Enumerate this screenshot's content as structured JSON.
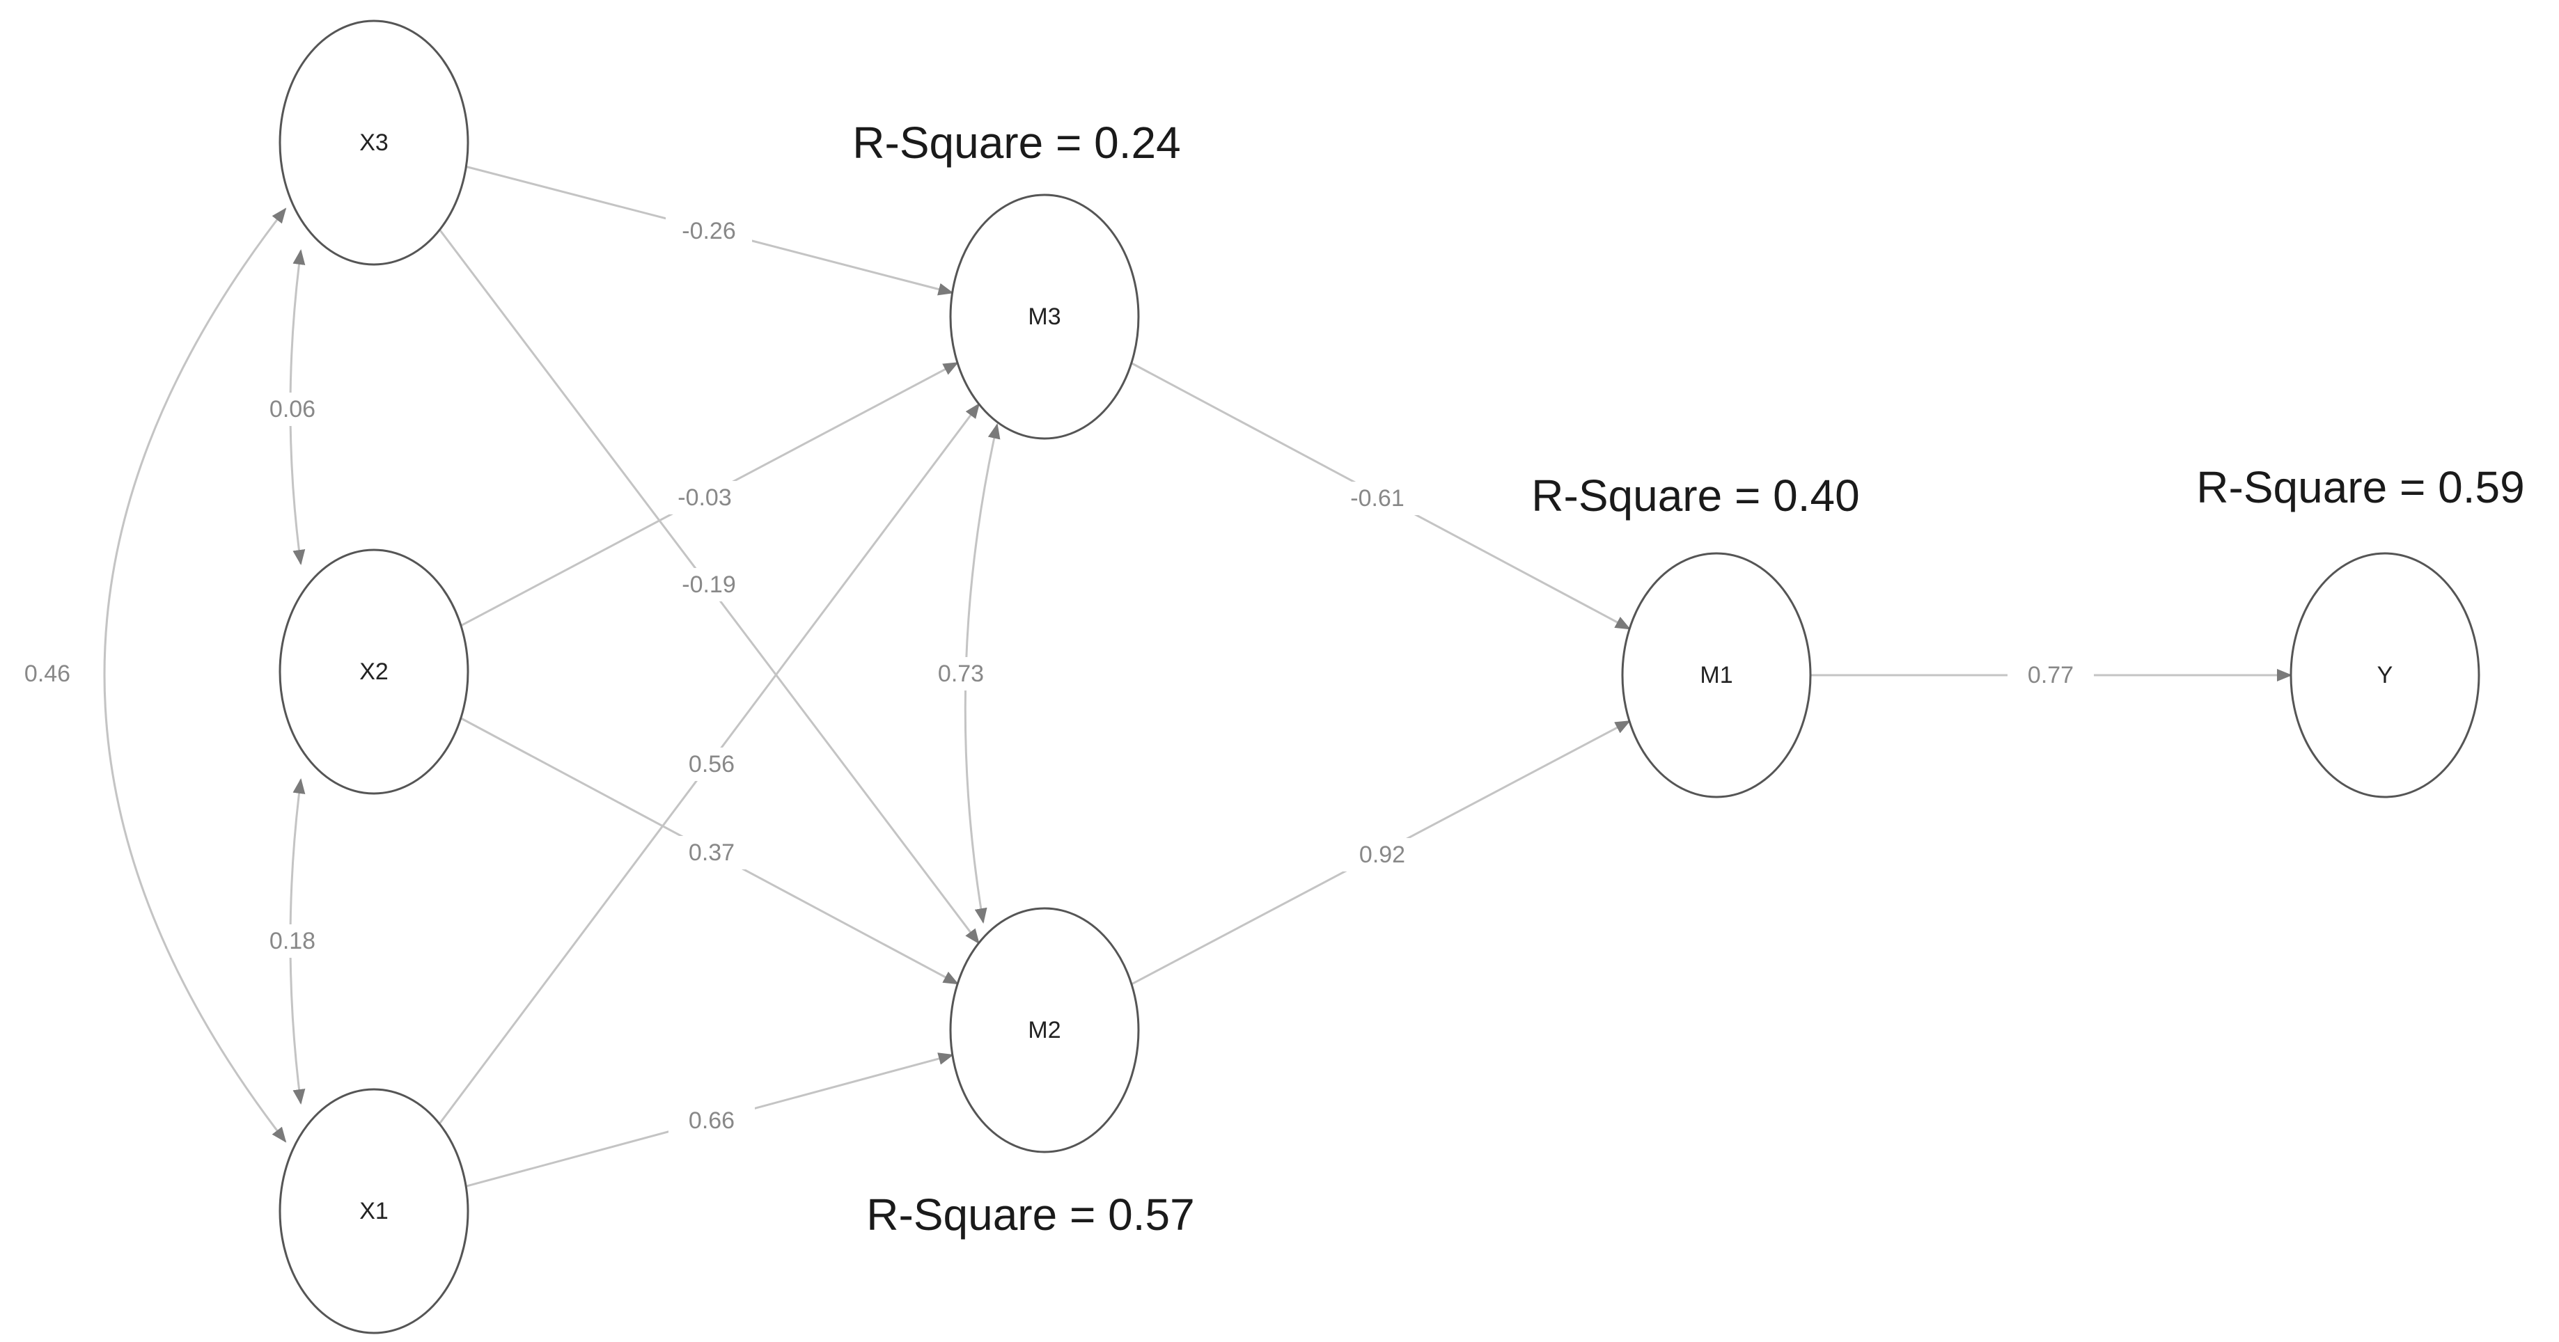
{
  "colors": {
    "node_stroke": "#555555",
    "node_fill": "#ffffff",
    "edge_stroke": "#c4c4c4",
    "arrowhead": "#7a7a7a",
    "edge_label": "#888888",
    "rsq_text": "#1a1a1a"
  },
  "nodes": [
    {
      "id": "X3",
      "label": "X3"
    },
    {
      "id": "X2",
      "label": "X2"
    },
    {
      "id": "X1",
      "label": "X1"
    },
    {
      "id": "M3",
      "label": "M3"
    },
    {
      "id": "M2",
      "label": "M2"
    },
    {
      "id": "M1",
      "label": "M1"
    },
    {
      "id": "Y",
      "label": "Y"
    }
  ],
  "edges": [
    {
      "id": "x3-m3",
      "from": "X3",
      "to": "M3",
      "label": "-0.26",
      "kind": "path"
    },
    {
      "id": "x2-m3",
      "from": "X2",
      "to": "M3",
      "label": "-0.03",
      "kind": "path"
    },
    {
      "id": "x3-m2",
      "from": "X3",
      "to": "M2",
      "label": "-0.19",
      "kind": "path"
    },
    {
      "id": "x1-m3",
      "from": "X1",
      "to": "M3",
      "label": "0.56",
      "kind": "path"
    },
    {
      "id": "x2-m2",
      "from": "X2",
      "to": "M2",
      "label": "0.37",
      "kind": "path"
    },
    {
      "id": "x1-m2",
      "from": "X1",
      "to": "M2",
      "label": "0.66",
      "kind": "path"
    },
    {
      "id": "m3-m1",
      "from": "M3",
      "to": "M1",
      "label": "-0.61",
      "kind": "path"
    },
    {
      "id": "m2-m1",
      "from": "M2",
      "to": "M1",
      "label": "0.92",
      "kind": "path"
    },
    {
      "id": "m1-y",
      "from": "M1",
      "to": "Y",
      "label": "0.77",
      "kind": "path"
    },
    {
      "id": "x3-x2",
      "from": "X3",
      "to": "X2",
      "label": "0.06",
      "kind": "covariance"
    },
    {
      "id": "x2-x1",
      "from": "X2",
      "to": "X1",
      "label": "0.18",
      "kind": "covariance"
    },
    {
      "id": "x3-x1",
      "from": "X3",
      "to": "X1",
      "label": "0.46",
      "kind": "covariance"
    },
    {
      "id": "m3-m2",
      "from": "M3",
      "to": "M2",
      "label": "0.73",
      "kind": "covariance"
    }
  ],
  "r_squares": [
    {
      "node": "M3",
      "text": "R-Square = 0.24"
    },
    {
      "node": "M1",
      "text": "R-Square = 0.40"
    },
    {
      "node": "Y",
      "text": "R-Square = 0.59"
    },
    {
      "node": "M2",
      "text": "R-Square = 0.57"
    }
  ]
}
